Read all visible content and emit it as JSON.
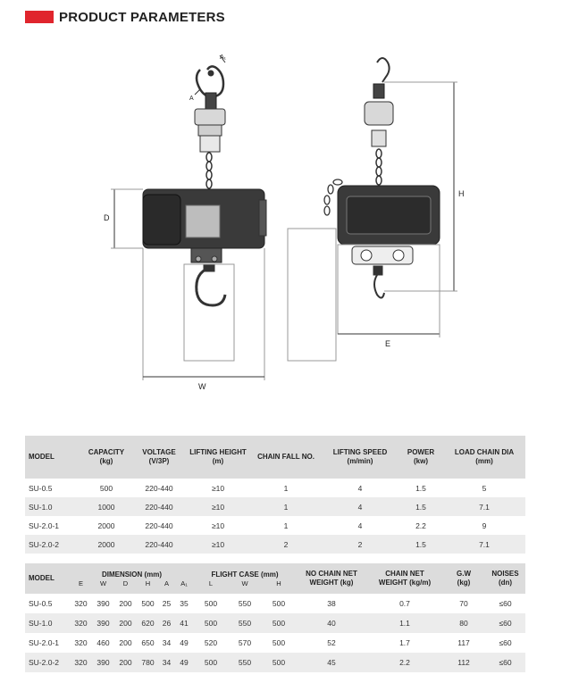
{
  "header": {
    "title": "PRODUCT PARAMETERS",
    "accent": "#e0252d"
  },
  "drawing": {
    "labels": {
      "d": "D",
      "h": "H",
      "w": "W",
      "e": "E",
      "a": "A",
      "a1": "A₁"
    }
  },
  "table1": {
    "headers": {
      "model": "MODEL",
      "capacity": "CAPACITY",
      "capacity_unit": "(kg)",
      "voltage": "VOLTAGE",
      "voltage_unit": "(V/3P)",
      "lifting_height": "LIFTING HEIGHT",
      "lifting_height_unit": "(m)",
      "chain_fall": "CHAIN FALL NO.",
      "lifting_speed": "LIFTING SPEED",
      "lifting_speed_unit": "(m/min)",
      "power": "POWER",
      "power_unit": "(kw)",
      "load_chain": "LOAD CHAIN DIA",
      "load_chain_unit": "(mm)"
    },
    "rows": [
      [
        "SU-0.5",
        "500",
        "220-440",
        "≥10",
        "1",
        "4",
        "1.5",
        "5"
      ],
      [
        "SU-1.0",
        "1000",
        "220-440",
        "≥10",
        "1",
        "4",
        "1.5",
        "7.1"
      ],
      [
        "SU-2.0-1",
        "2000",
        "220-440",
        "≥10",
        "1",
        "4",
        "2.2",
        "9"
      ],
      [
        "SU-2.0-2",
        "2000",
        "220-440",
        "≥10",
        "2",
        "2",
        "1.5",
        "7.1"
      ]
    ]
  },
  "table2": {
    "headers": {
      "model": "MODEL",
      "dimension": "DIMENSION (mm)",
      "flight_case": "FLIGHT CASE (mm)",
      "no_chain_weight": "NO CHAIN NET",
      "no_chain_weight_unit": "WEIGHT (kg)",
      "chain_weight": "CHAIN NET",
      "chain_weight_unit": "WEIGHT (kg/m)",
      "gw": "G.W",
      "gw_unit": "(kg)",
      "noises": "NOISES",
      "noises_unit": "(dn)"
    },
    "dim_sub": [
      "E",
      "W",
      "D",
      "H",
      "A",
      "A₁"
    ],
    "case_sub": [
      "L",
      "W",
      "H"
    ],
    "rows": [
      [
        "SU-0.5",
        "320",
        "390",
        "200",
        "500",
        "25",
        "35",
        "500",
        "550",
        "500",
        "38",
        "0.7",
        "70",
        "≤60"
      ],
      [
        "SU-1.0",
        "320",
        "390",
        "200",
        "620",
        "26",
        "41",
        "500",
        "550",
        "500",
        "40",
        "1.1",
        "80",
        "≤60"
      ],
      [
        "SU-2.0-1",
        "320",
        "460",
        "200",
        "650",
        "34",
        "49",
        "520",
        "570",
        "500",
        "52",
        "1.7",
        "117",
        "≤60"
      ],
      [
        "SU-2.0-2",
        "320",
        "390",
        "200",
        "780",
        "34",
        "49",
        "500",
        "550",
        "500",
        "45",
        "2.2",
        "112",
        "≤60"
      ]
    ]
  }
}
